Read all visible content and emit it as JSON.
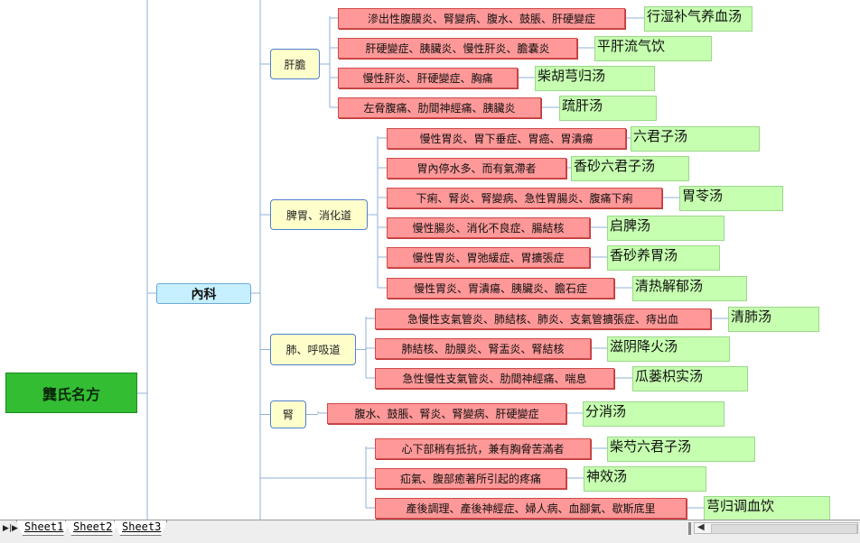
{
  "diagram": {
    "root": "龔氏名方",
    "branch": "內科",
    "groups": [
      {
        "label": "肝膽",
        "items": [
          {
            "disease": "滲出性腹膜炎、腎變病、腹水、鼓脹、肝硬變症",
            "remedy": "行湿补气养血汤"
          },
          {
            "disease": "肝硬變症、胰臟炎、慢性肝炎、膽囊炎",
            "remedy": "平肝流气饮"
          },
          {
            "disease": "慢性肝炎、肝硬變症、胸痛",
            "remedy": "柴胡芎归汤"
          },
          {
            "disease": "左脅腹痛、肋間神經痛、胰臟炎",
            "remedy": "疏肝汤"
          }
        ]
      },
      {
        "label": "脾胃、消化道",
        "items": [
          {
            "disease": "慢性胃炎、胃下垂症、胃癌、胃潰瘍",
            "remedy": "六君子汤"
          },
          {
            "disease": "胃內停水多、而有氣滯者",
            "remedy": "香砂六君子汤"
          },
          {
            "disease": "下痢、腎炎、腎變病、急性胃腸炎、腹痛下痢",
            "remedy": "胃苓汤"
          },
          {
            "disease": "慢性腸炎、消化不良症、腸結核",
            "remedy": "启脾汤"
          },
          {
            "disease": "慢性胃炎、胃弛緩症、胃擴張症",
            "remedy": "香砂养胃汤"
          },
          {
            "disease": "慢性胃炎、胃潰瘍、胰臟炎、膽石症",
            "remedy": "清热解郁汤"
          }
        ]
      },
      {
        "label": "肺、呼吸道",
        "items": [
          {
            "disease": "急慢性支氣管炎、肺結核、肺炎、支氣管擴張症、痔出血",
            "remedy": "清肺汤"
          },
          {
            "disease": "肺結核、肋膜炎、腎盂炎、腎結核",
            "remedy": "滋阴降火汤"
          },
          {
            "disease": "急性慢性支氣管炎、肋間神經痛、喘息",
            "remedy": "瓜蒌枳实汤"
          }
        ]
      },
      {
        "label": "腎",
        "items": [
          {
            "disease": "腹水、鼓脹、腎炎、腎變病、肝硬變症",
            "remedy": "分消汤"
          }
        ]
      },
      {
        "label": "",
        "items": [
          {
            "disease": "心下部稍有抵抗，兼有胸脅苦滿者",
            "remedy": "柴芍六君子汤"
          },
          {
            "disease": "疝氣、腹部癒著所引起的疼痛",
            "remedy": "神效汤"
          },
          {
            "disease": "產後調理、產後神經症、婦人病、血腳氣、歇斯底里",
            "remedy": "芎归调血饮"
          }
        ]
      }
    ]
  },
  "sheet_tabs": [
    "Sheet1",
    "Sheet2",
    "Sheet3"
  ],
  "colors": {
    "root": "#33bd33",
    "branch": "#c6f0ff",
    "group": "#ffffcc",
    "disease": "#ff9898",
    "remedy": "#c6ffb0",
    "connector": "#8fb0d8"
  }
}
